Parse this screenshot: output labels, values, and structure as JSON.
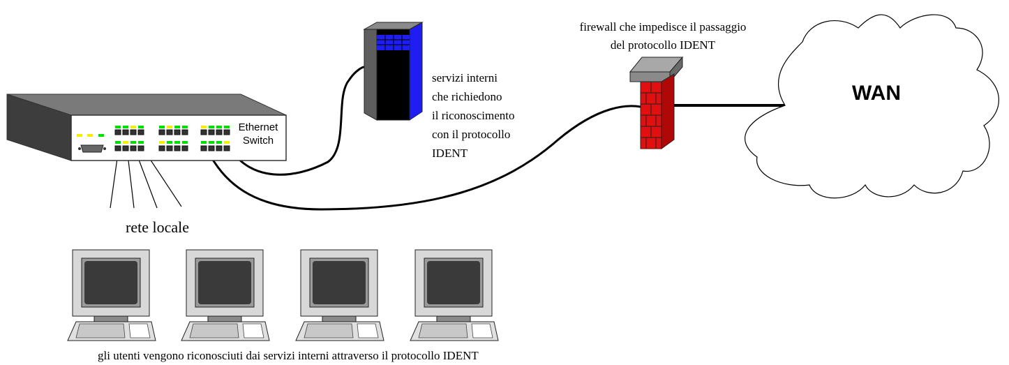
{
  "switch": {
    "line1": "Ethernet",
    "line2": "Switch"
  },
  "server_label": [
    "servizi interni",
    "che richiedono",
    "il riconoscimento",
    "con il protocollo",
    "IDENT"
  ],
  "firewall_label": [
    "firewall che impedisce il passaggio",
    "del protocollo IDENT"
  ],
  "wan_label": "WAN",
  "lan_label": "rete locale",
  "caption": "gli utenti vengono riconosciuti dai servizi interni attraverso il protocollo IDENT",
  "colors": {
    "server_blue": "#1e1ef0",
    "firewall_red": "#e01010",
    "led_green": "#00e000",
    "led_yellow": "#f0f000",
    "switch_body": "#555555"
  },
  "icons": {
    "switch": "ethernet-switch-icon",
    "server": "server-tower-icon",
    "firewall": "firewall-brick-icon",
    "cloud": "wan-cloud-icon",
    "computer": "desktop-computer-icon"
  }
}
